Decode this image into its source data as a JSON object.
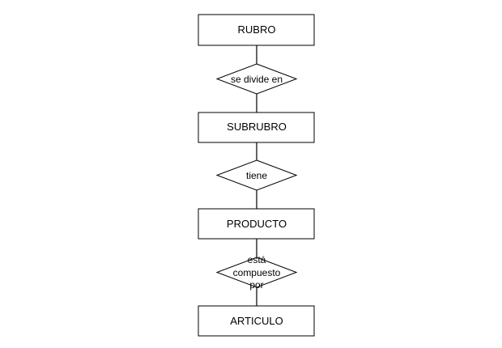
{
  "entities": [
    {
      "label": "RUBRO"
    },
    {
      "label": "SUBRUBRO"
    },
    {
      "label": "PRODUCTO"
    },
    {
      "label": "ARTICULO"
    }
  ],
  "relationships": [
    {
      "label": "se divide en",
      "from": "RUBRO",
      "to": "SUBRUBRO"
    },
    {
      "label": "tiene",
      "from": "SUBRUBRO",
      "to": "PRODUCTO"
    },
    {
      "label": "está compuesto por",
      "lines": [
        "está",
        "compuesto",
        "por"
      ],
      "from": "PRODUCTO",
      "to": "ARTICULO"
    }
  ]
}
